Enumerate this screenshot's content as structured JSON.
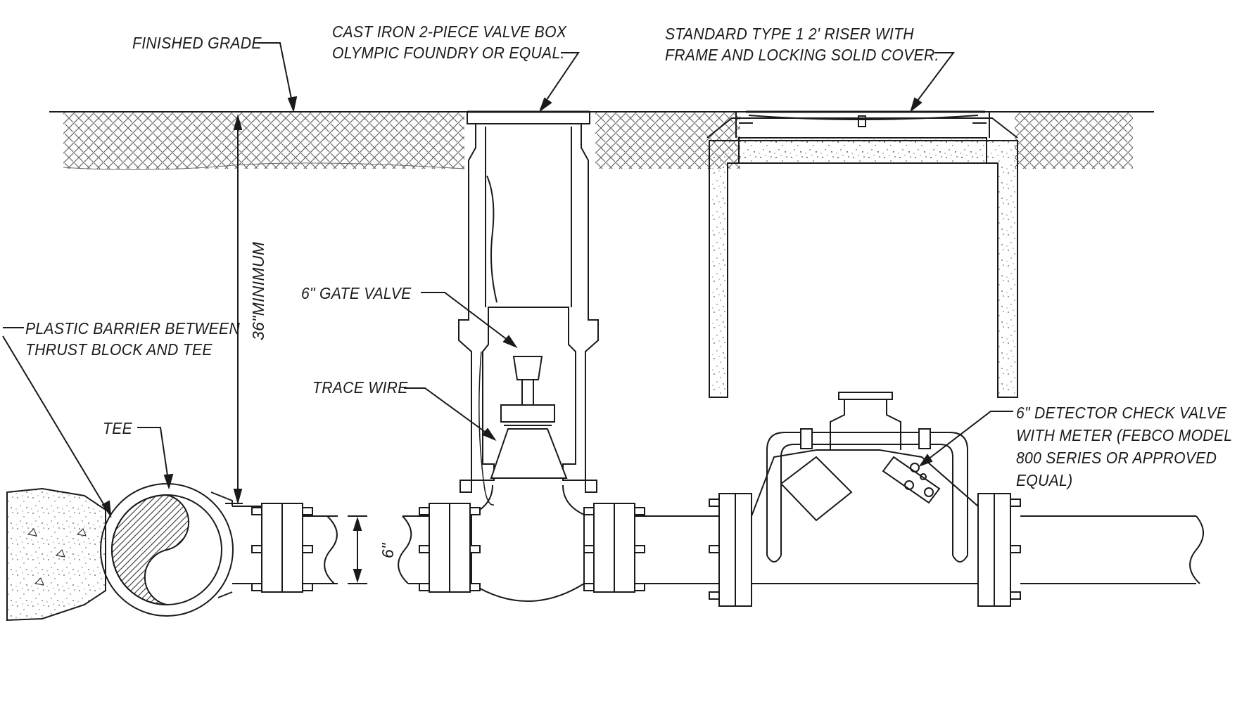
{
  "labels": {
    "finished_grade": "FINISHED GRADE",
    "valve_box_line1": "CAST IRON 2-PIECE VALVE BOX",
    "valve_box_line2": "OLYMPIC FOUNDRY OR EQUAL.",
    "riser_line1": "STANDARD TYPE 1 2' RISER WITH",
    "riser_line2": "FRAME AND LOCKING SOLID COVER.",
    "minimum_depth": "36\"MINIMUM",
    "gate_valve": "6\" GATE VALVE",
    "barrier_line1": "PLASTIC BARRIER BETWEEN",
    "barrier_line2": "THRUST BLOCK AND TEE",
    "trace_wire": "TRACE WIRE",
    "tee": "TEE",
    "pipe_size": "6\"",
    "detector_line1": "6\" DETECTOR CHECK VALVE",
    "detector_line2": "WITH METER (FEBCO MODEL",
    "detector_line3": "800 SERIES OR APPROVED",
    "detector_line4": "EQUAL)"
  },
  "colors": {
    "ink": "#1a1a1a",
    "soil_hatch": "#6a6a6a",
    "concrete": "#555555"
  }
}
